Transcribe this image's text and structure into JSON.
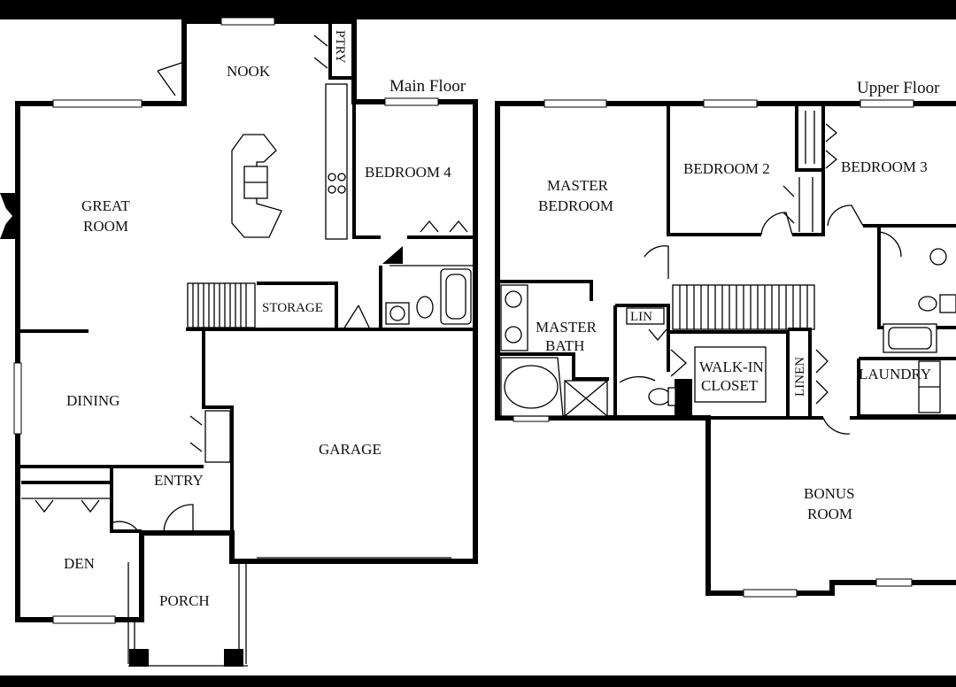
{
  "colors": {
    "wall": "#000000",
    "floor": "#ffffff",
    "frame": "#000000"
  },
  "main_floor": {
    "label": "Main Floor",
    "rooms": {
      "nook": "NOOK",
      "pantry": "PTRY",
      "great_room_1": "GREAT",
      "great_room_2": "ROOM",
      "bedroom_4": "BEDROOM 4",
      "storage": "STORAGE",
      "dining": "DINING",
      "garage": "GARAGE",
      "entry": "ENTRY",
      "den": "DEN",
      "porch": "PORCH"
    }
  },
  "upper_floor": {
    "label": "Upper Floor",
    "rooms": {
      "master_bedroom_1": "MASTER",
      "master_bedroom_2": "BEDROOM",
      "bedroom_2": "BEDROOM 2",
      "bedroom_3": "BEDROOM 3",
      "master_bath_1": "MASTER",
      "master_bath_2": "BATH",
      "linen_small": "LIN",
      "walk_in_1": "WALK-IN",
      "walk_in_2": "CLOSET",
      "linen": "LINEN",
      "laundry": "LAUNDRY",
      "bonus_1": "BONUS",
      "bonus_2": "ROOM"
    }
  }
}
